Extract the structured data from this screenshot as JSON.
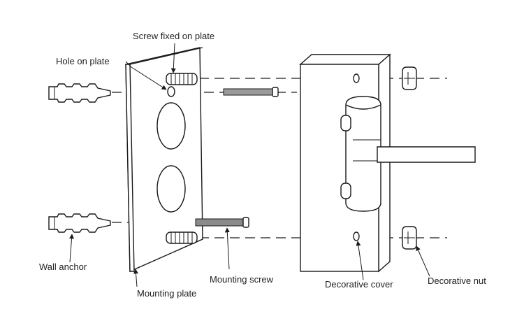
{
  "labels": {
    "screw_fixed_on_plate": "Screw fixed on plate",
    "hole_on_plate": "Hole on plate",
    "wall_anchor": "Wall anchor",
    "mounting_plate": "Mounting plate",
    "mounting_screw": "Mounting screw",
    "decorative_cover": "Decorative cover",
    "decorative_nut": "Decorative nut"
  },
  "colors": {
    "line": "#1a1a1a",
    "text": "#222222",
    "background": "#ffffff"
  }
}
